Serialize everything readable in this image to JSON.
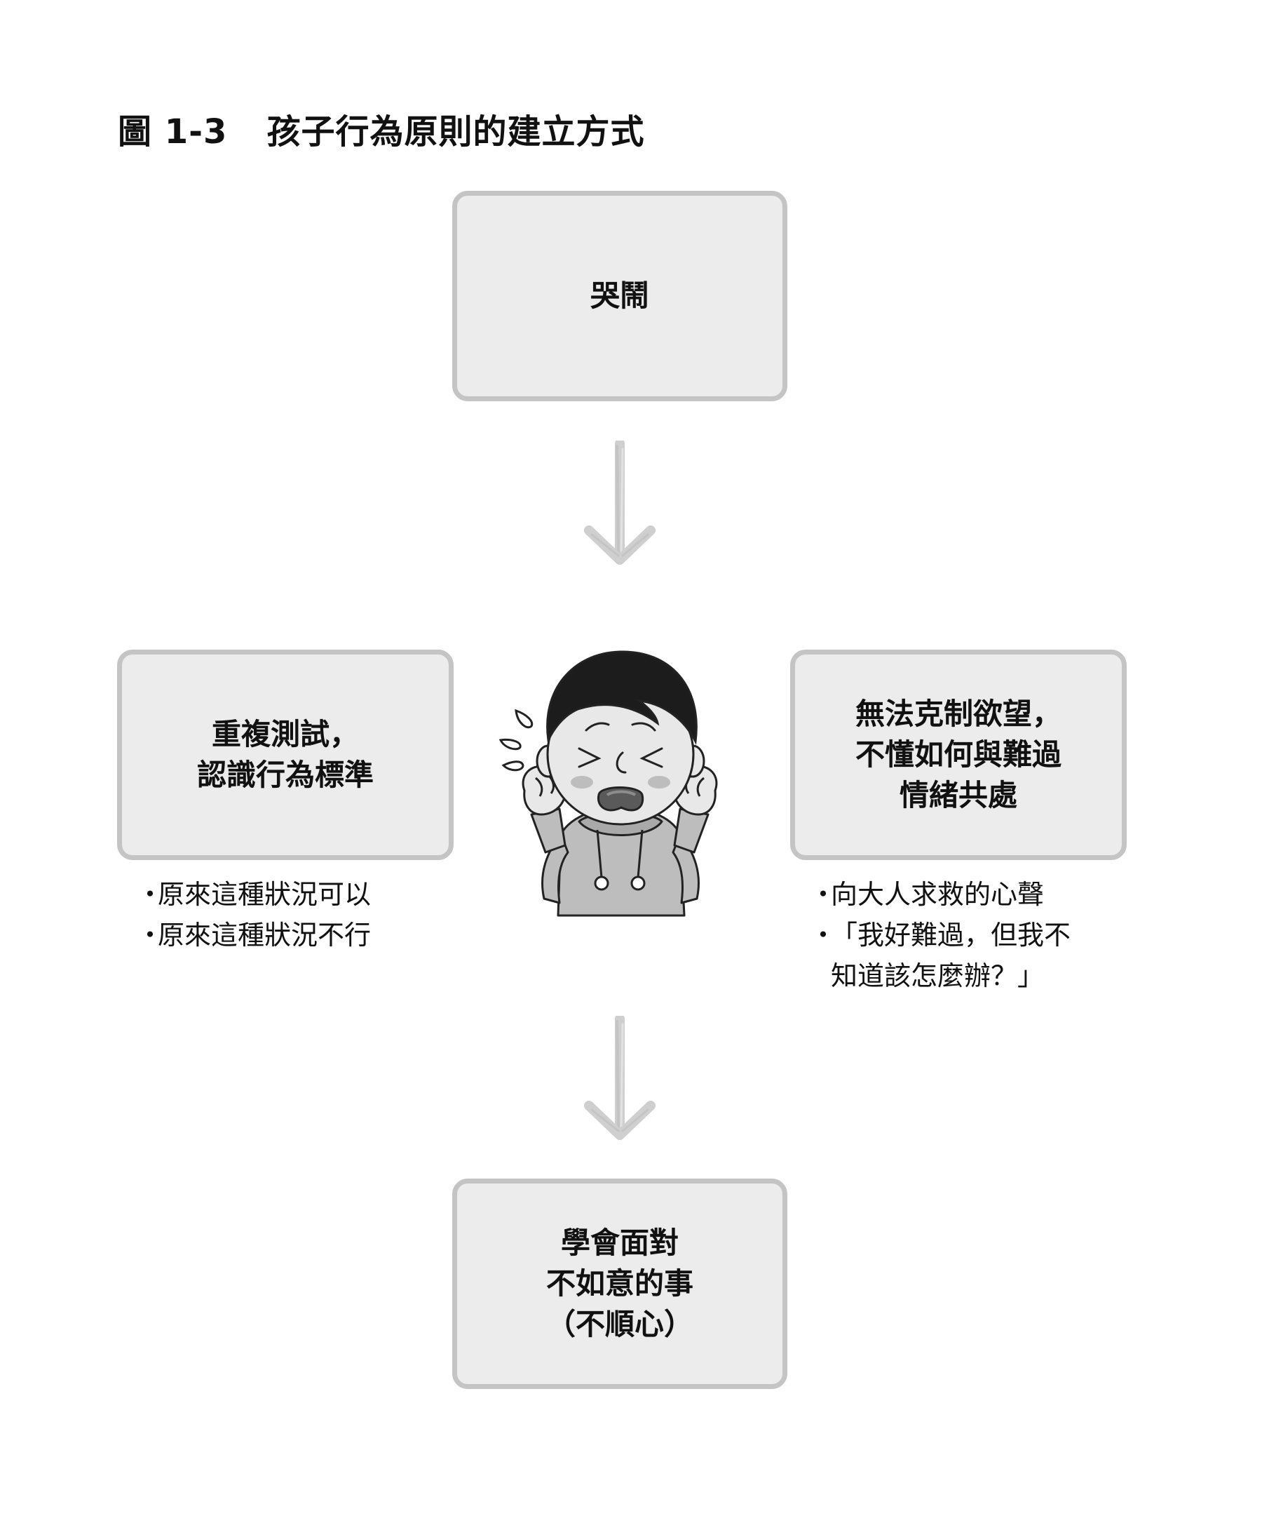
{
  "figure": {
    "label": "圖 1-3",
    "title": "孩子行為原則的建立方式"
  },
  "boxes": {
    "top": {
      "lines": [
        "哭鬧"
      ]
    },
    "left": {
      "lines": [
        "重複測試，",
        "認識行為標準"
      ]
    },
    "right": {
      "lines": [
        "無法克制欲望，",
        "不懂如何與難過",
        "情緒共處"
      ]
    },
    "bottom": {
      "lines": [
        "學會面對",
        "不如意的事",
        "（不順心）"
      ]
    }
  },
  "notes": {
    "bullet": "・",
    "left": [
      "原來這種狀況可以",
      "原來這種狀況不行"
    ],
    "right": [
      "向大人求救的心聲",
      "「我好難過，但我不",
      "知道該怎麼辦？」"
    ]
  },
  "colors": {
    "box_fill": "#ececec",
    "box_border": "#c4c4c4",
    "arrow": "#cfcfcf",
    "hair": "#1c1c1c",
    "skin": "#e8e8e8",
    "hoodie": "#bdbdbd"
  },
  "icons": {
    "arrow": "hand-drawn-down-arrow",
    "illustration": "crying-child"
  }
}
